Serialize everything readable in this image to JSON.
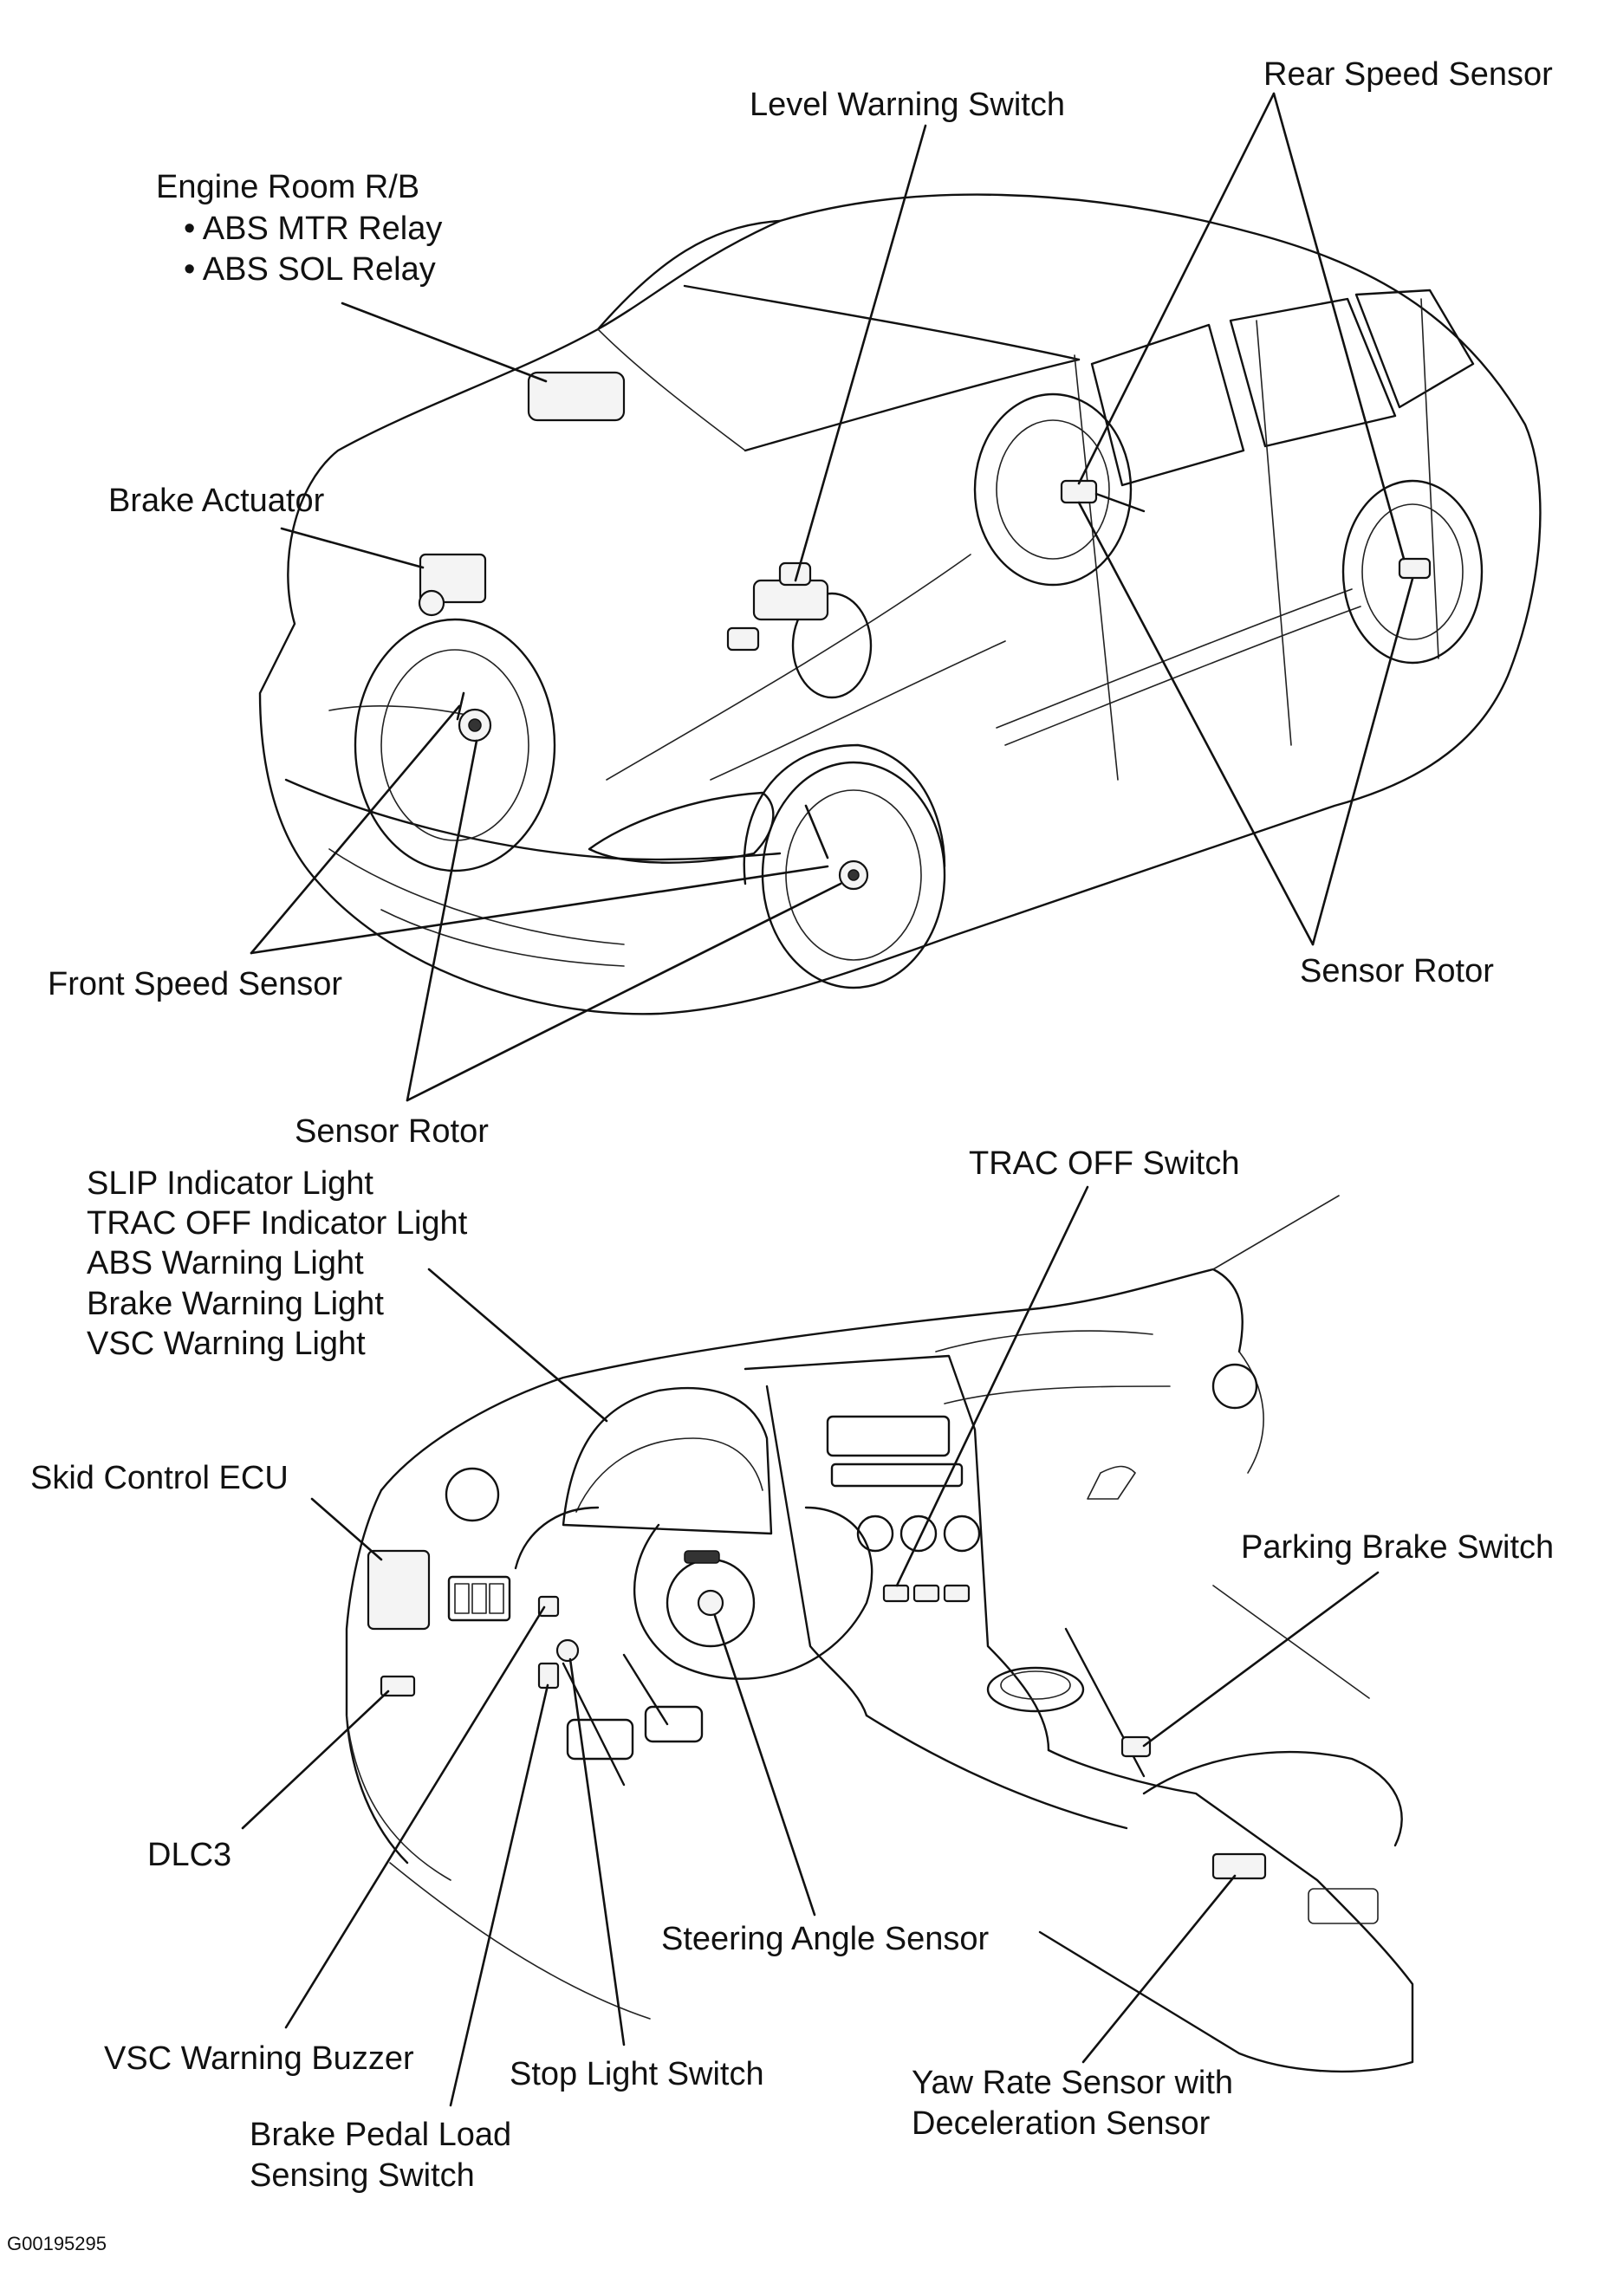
{
  "callouts": {
    "rear_speed_sensor": "Rear Speed Sensor",
    "level_warning_switch": "Level Warning Switch",
    "engine_room_rb": "Engine Room R/B",
    "abs_mtr_relay": "• ABS MTR Relay",
    "abs_sol_relay": "• ABS SOL Relay",
    "brake_actuator": "Brake Actuator",
    "front_speed_sensor": "Front Speed Sensor",
    "sensor_rotor_rear": "Sensor Rotor",
    "sensor_rotor_front": "Sensor Rotor",
    "slip_indicator": "SLIP Indicator Light",
    "trac_off_indicator": "TRAC OFF Indicator Light",
    "abs_warning": "ABS Warning Light",
    "brake_warning": "Brake Warning Light",
    "vsc_warning": "VSC Warning Light",
    "trac_off_switch": "TRAC OFF Switch",
    "skid_control_ecu": "Skid Control ECU",
    "parking_brake_switch": "Parking Brake Switch",
    "dlc3": "DLC3",
    "steering_angle_sensor": "Steering Angle Sensor",
    "vsc_warning_buzzer": "VSC Warning Buzzer",
    "stop_light_switch": "Stop Light Switch",
    "yaw_rate_line1": "Yaw Rate Sensor with",
    "yaw_rate_line2": "Deceleration Sensor",
    "brake_pedal_line1": "Brake Pedal Load",
    "brake_pedal_line2": "Sensing Switch"
  },
  "figure_code": "G00195295"
}
